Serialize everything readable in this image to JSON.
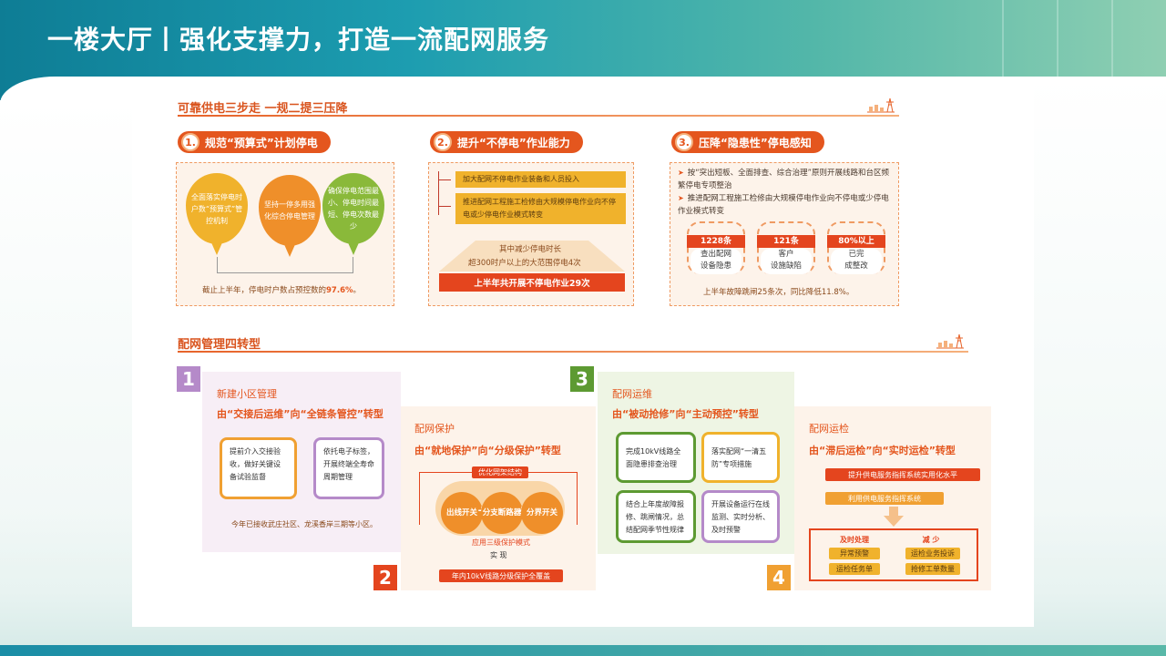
{
  "page": {
    "title": "一楼大厅丨强化支撑力，打造一流配网服务"
  },
  "section1": {
    "title": "可靠供电三步走  一规二提三压降",
    "col1": {
      "num": "1.",
      "label": "规范“预算式”计划停电",
      "drops": [
        {
          "text": "全面落实停电时户数“预算式”管控机制",
          "color": "#f0b22c"
        },
        {
          "text": "坚持一停多用强化综合停电管理",
          "color": "#ef8f2a"
        },
        {
          "text": "确保停电范围最小、停电时间最短、停电次数最少",
          "color": "#8ab93a"
        }
      ],
      "note_prefix": "截止上半年，停电时户数占预控数的",
      "note_value": "97.6%",
      "note_suffix": "。"
    },
    "col2": {
      "num": "2.",
      "label": "提升“不停电”作业能力",
      "bars": [
        "加大配网不停电作业装备和人员投入",
        "推进配网工程施工检修由大规模停电作业向不停电或少停电作业模式转变"
      ],
      "trap_line1": "其中减少停电时长",
      "trap_line2": "超300时户以上的大范围停电4次",
      "red_bar": "上半年共开展不停电作业29次"
    },
    "col3": {
      "num": "3.",
      "label": "压降“隐患性”停电感知",
      "bullets": [
        "按“突出短板、全面排查、综合治理”原则开展线路和台区频繁停电专项整治",
        "推进配网工程施工检修由大规模停电作业向不停电或少停电作业模式转变"
      ],
      "stats": [
        {
          "value": "1228条",
          "desc1": "查出配网",
          "desc2": "设备隐患"
        },
        {
          "value": "121条",
          "desc1": "客户",
          "desc2": "设施缺陷"
        },
        {
          "value": "80%以上",
          "desc1": "已完",
          "desc2": "成整改"
        }
      ],
      "note": "上半年故障跳闸25条次，同比降低11.8%。"
    }
  },
  "section2": {
    "title": "配网管理四转型",
    "t1": {
      "badge": "1",
      "title": "新建小区管理",
      "sub": "由“交接后运维”向“全链条管控”转型",
      "box1": "提前介入交接验收，做好关键设备试验监督",
      "box2": "依托电子标签，开展终端全寿命周期管理",
      "note": "今年已接收武庄社区、龙溪香岸三期等小区。"
    },
    "t2": {
      "badge": "2",
      "title": "配网保护",
      "sub": "由“就地保护”向“分级保护”转型",
      "top_chip": "优化网架结构",
      "circles": [
        "出线开关",
        "分支断路器",
        "分界开关"
      ],
      "mode": "应用三级保护模式",
      "realize": "实  现",
      "bottom_chip": "年内10kV线路分级保护全覆盖"
    },
    "t3": {
      "badge": "3",
      "title": "配网运维",
      "sub": "由“被动抢修”向“主动预控”转型",
      "boxes": [
        "完成10kV线路全面隐患排查治理",
        "落实配网“一清五防”专项措施",
        "结合上年度故障报修、跳闸情况，总结配网季节性规律",
        "开展设备运行在线监测、实时分析、及时预警"
      ]
    },
    "t4": {
      "badge": "4",
      "title": "配网运检",
      "sub": "由“滞后运检”向“实时运检”转型",
      "bar1": "提升供电服务指挥系统实用化水平",
      "bar2": "利用供电服务指挥系统",
      "left_head": "及时处理",
      "left_items": [
        "异常预警",
        "运检任务单"
      ],
      "right_head": "减  少",
      "right_items": [
        "运检业务投诉",
        "抢修工单数量"
      ]
    }
  },
  "colors": {
    "accent": "#e4561e",
    "yellow": "#f0b22c",
    "teal": "#1d9db0",
    "green": "#8ab93a",
    "purple": "#b58ac9"
  }
}
